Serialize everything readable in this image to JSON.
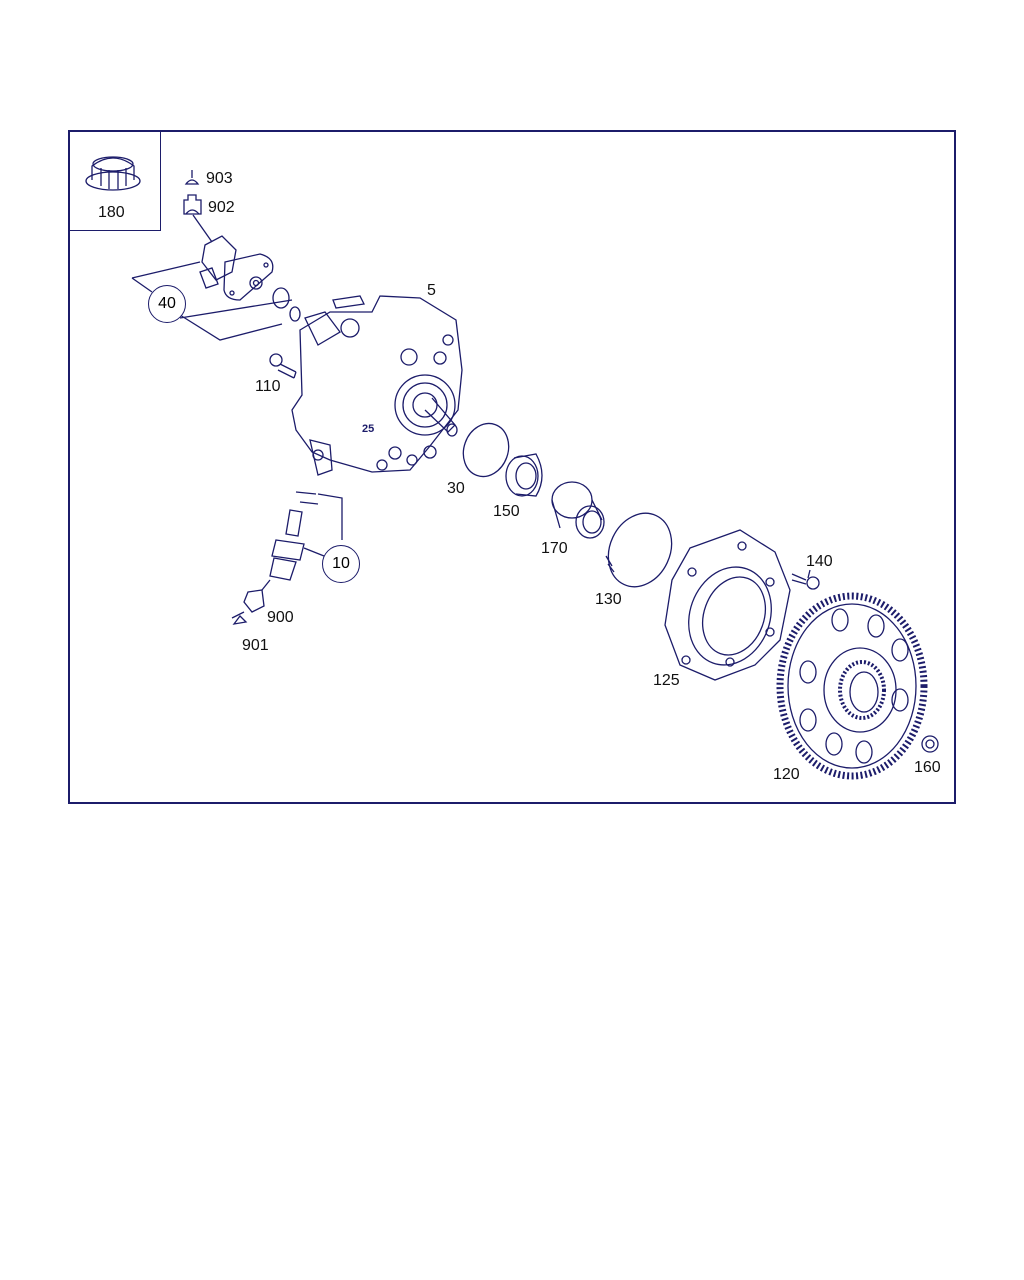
{
  "diagram": {
    "inset_part": "180",
    "labels": {
      "p903": "903",
      "p902": "902",
      "p40": "40",
      "p5": "5",
      "p110": "110",
      "p30": "30",
      "p150": "150",
      "p170": "170",
      "p10": "10",
      "p140": "140",
      "p130": "130",
      "p900": "900",
      "p901": "901",
      "p125": "125",
      "p120": "120",
      "p160": "160"
    },
    "pump_marking": "25",
    "line_color": "#1c1c6a"
  }
}
